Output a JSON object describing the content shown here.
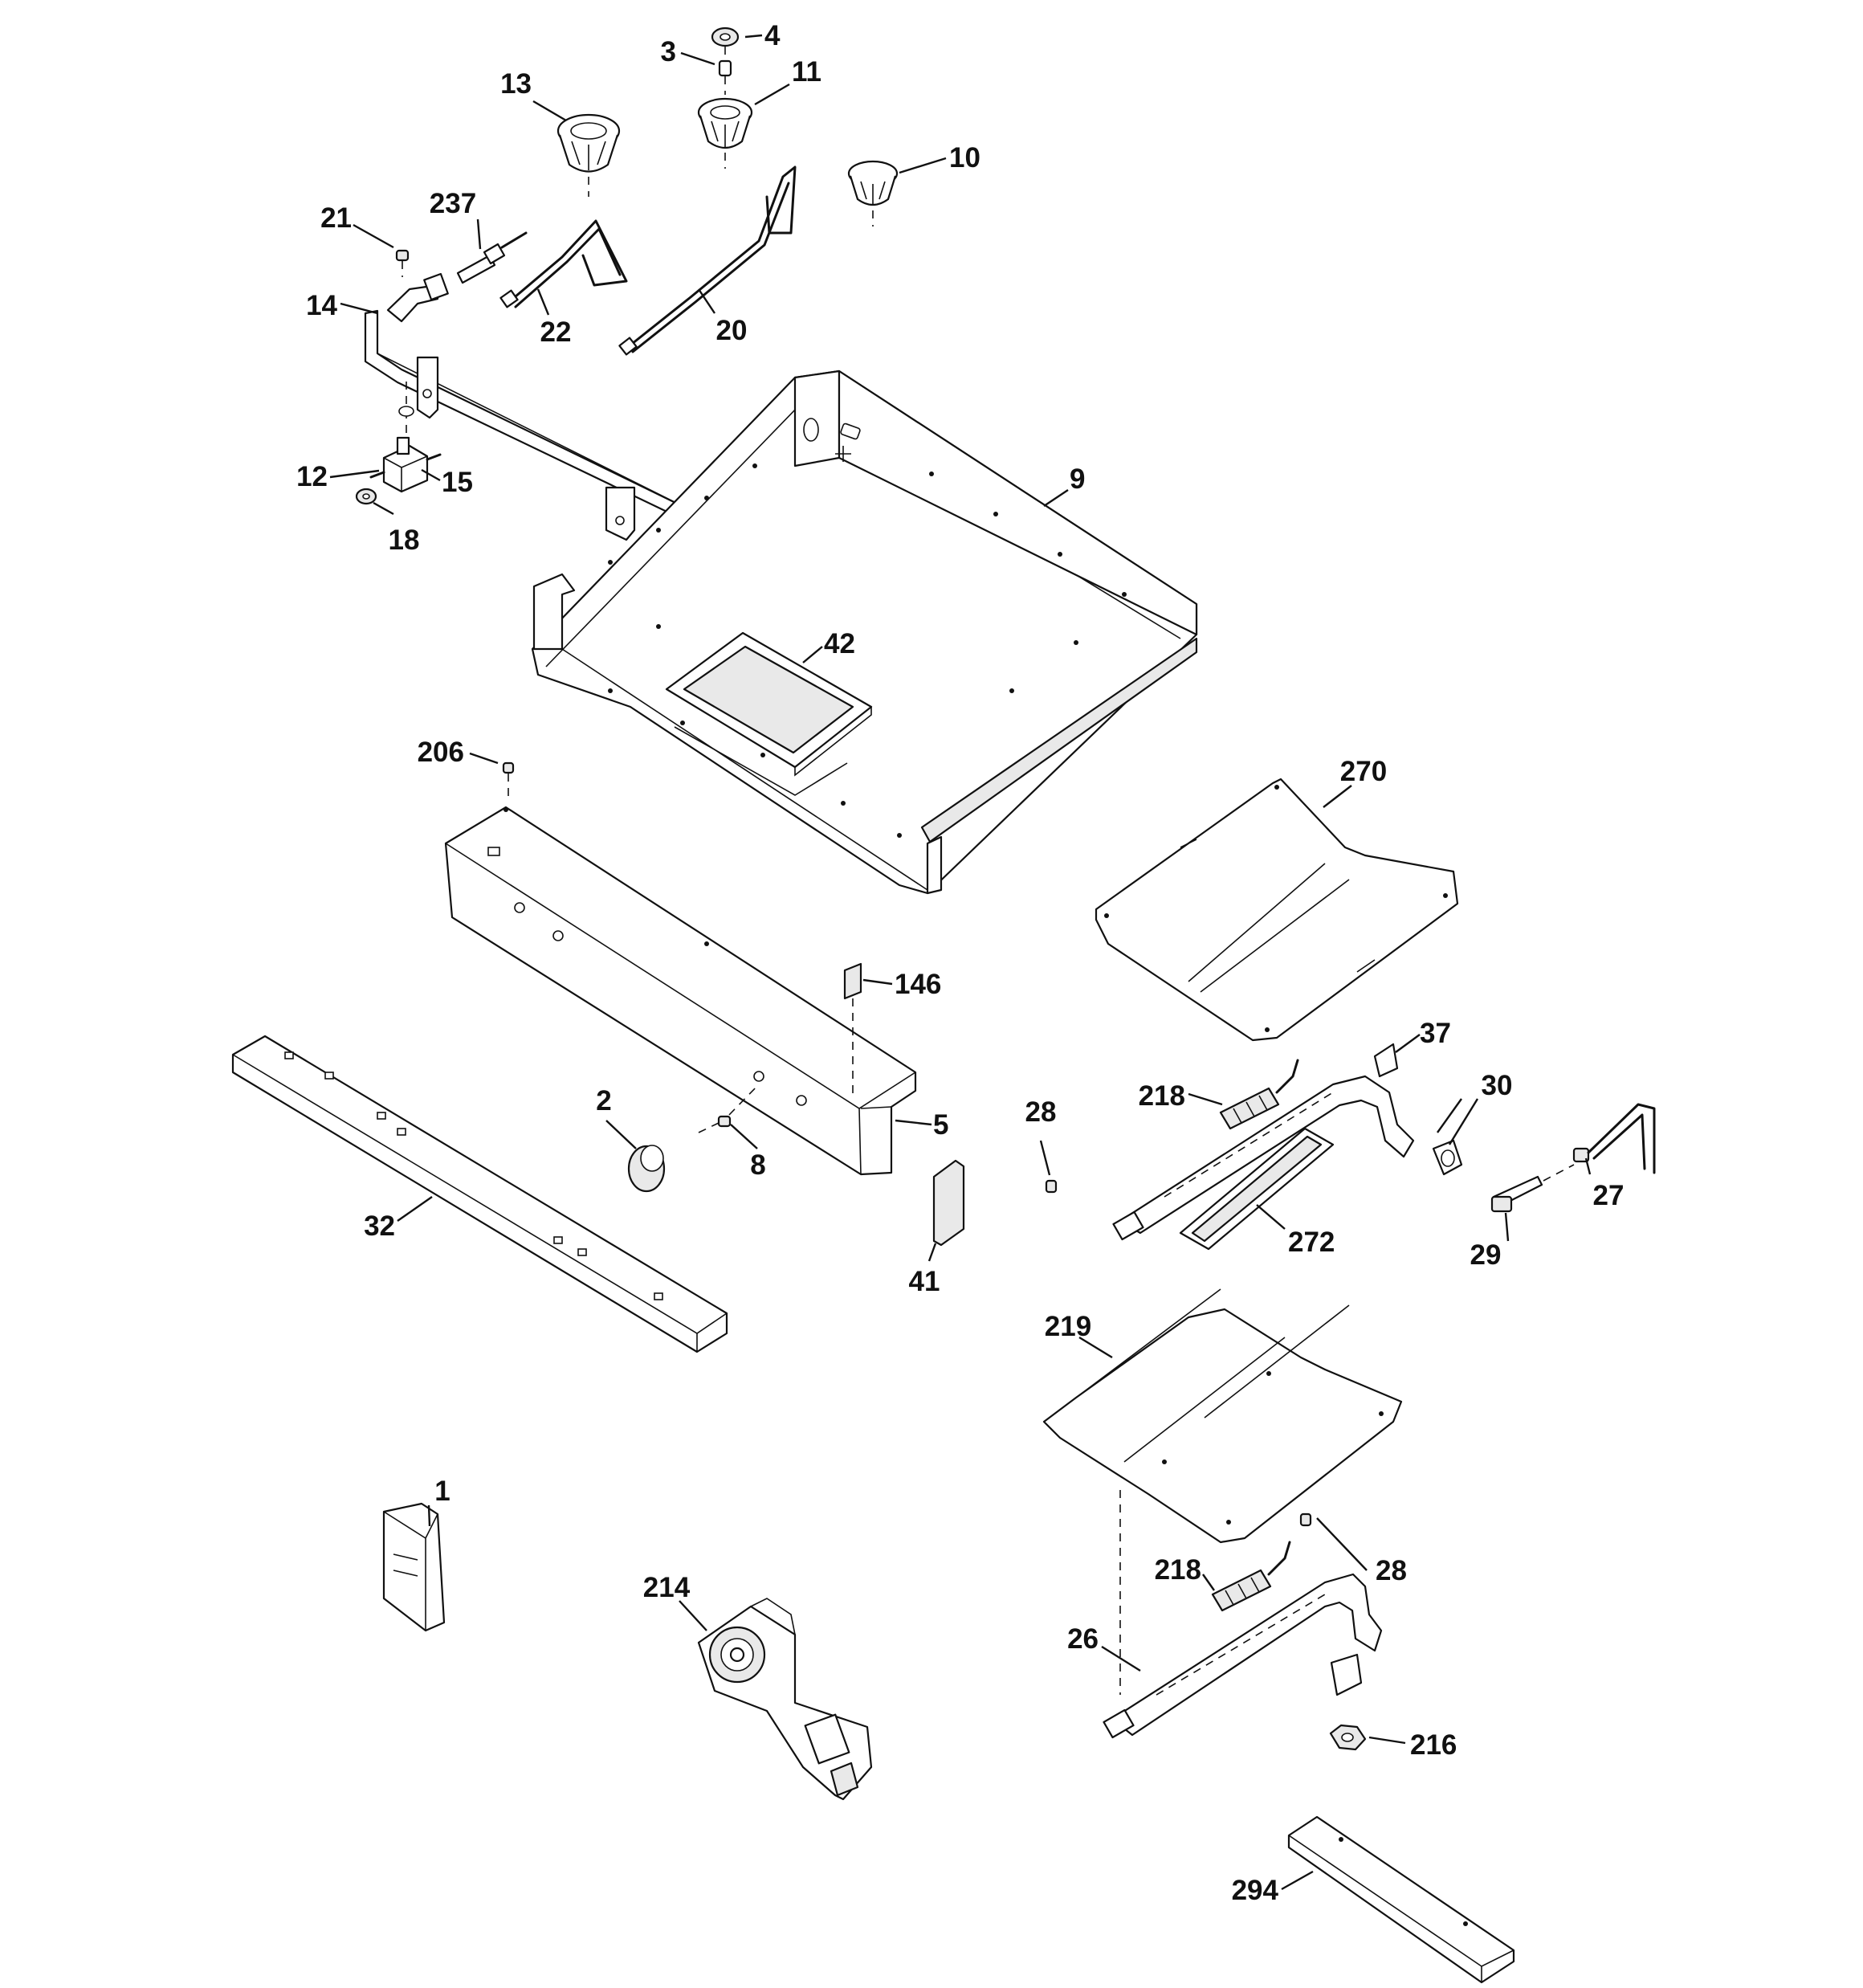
{
  "diagram": {
    "callouts": [
      "1",
      "2",
      "3",
      "4",
      "5",
      "8",
      "9",
      "10",
      "11",
      "12",
      "13",
      "14",
      "15",
      "18",
      "20",
      "21",
      "22",
      "26",
      "27",
      "28",
      "28",
      "29",
      "30",
      "32",
      "37",
      "41",
      "42",
      "146",
      "206",
      "214",
      "216",
      "218",
      "218",
      "219",
      "237",
      "270",
      "272",
      "294"
    ]
  }
}
